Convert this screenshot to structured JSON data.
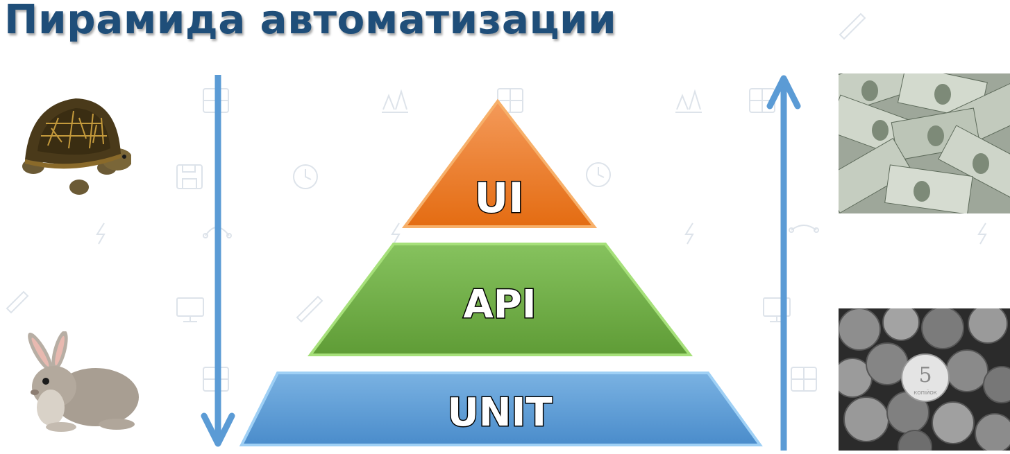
{
  "title": "Пирамида автоматизации",
  "pyramid": {
    "levels": [
      {
        "label": "UI",
        "color": "#ed7d31"
      },
      {
        "label": "API",
        "color": "#70ad47"
      },
      {
        "label": "UNIT",
        "color": "#5b9bd5"
      }
    ]
  },
  "arrows": {
    "left": {
      "direction": "down",
      "color": "#5b9bd5"
    },
    "right": {
      "direction": "up",
      "color": "#5b9bd5"
    }
  },
  "images": {
    "top_left": "turtle",
    "bottom_left": "rabbit",
    "top_right": "dollar-banknotes",
    "bottom_right": "coins"
  },
  "coin_text": {
    "value": "5",
    "word": "КОПІЙОК"
  }
}
